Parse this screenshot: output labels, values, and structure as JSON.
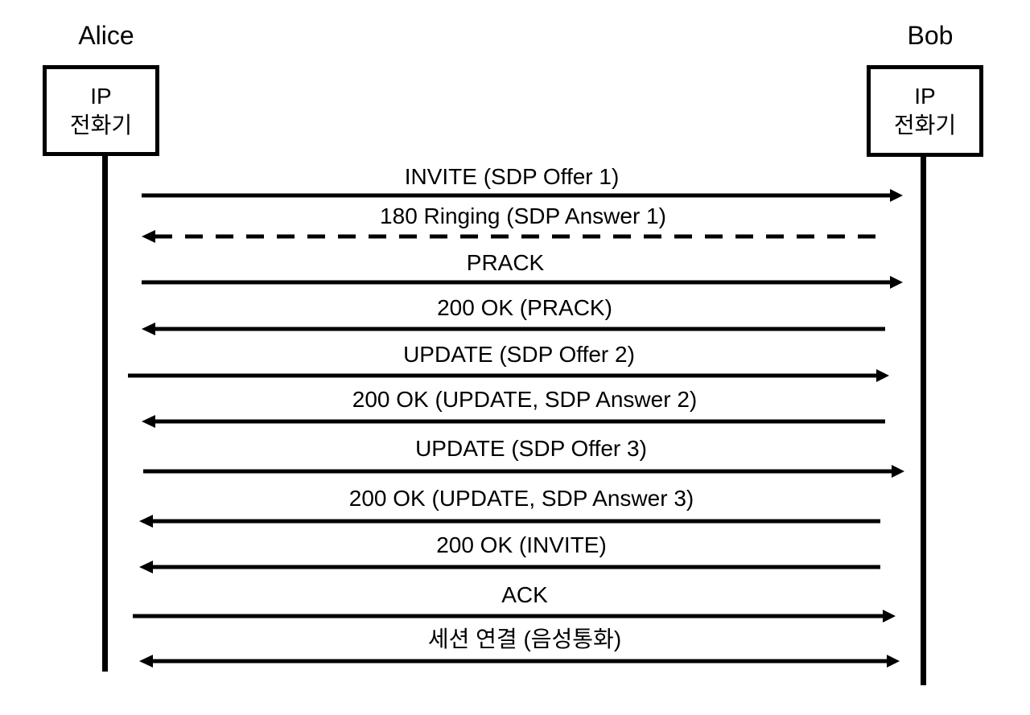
{
  "actors": {
    "alice": {
      "name": "Alice",
      "box_line1": "IP",
      "box_line2": "전화기"
    },
    "bob": {
      "name": "Bob",
      "box_line1": "IP",
      "box_line2": "전화기"
    }
  },
  "messages": [
    {
      "label": "INVITE (SDP Offer 1)",
      "direction": "right",
      "style": "solid"
    },
    {
      "label": "180 Ringing (SDP Answer 1)",
      "direction": "left",
      "style": "dashed"
    },
    {
      "label": "PRACK",
      "direction": "right",
      "style": "solid"
    },
    {
      "label": "200 OK (PRACK)",
      "direction": "left",
      "style": "solid"
    },
    {
      "label": "UPDATE (SDP Offer 2)",
      "direction": "right",
      "style": "solid"
    },
    {
      "label": "200 OK (UPDATE, SDP Answer 2)",
      "direction": "left",
      "style": "solid"
    },
    {
      "label": "UPDATE (SDP Offer 3)",
      "direction": "right",
      "style": "solid"
    },
    {
      "label": "200 OK (UPDATE, SDP Answer 3)",
      "direction": "left",
      "style": "solid"
    },
    {
      "label": "200 OK (INVITE)",
      "direction": "left",
      "style": "solid"
    },
    {
      "label": "ACK",
      "direction": "right",
      "style": "solid"
    },
    {
      "label": "세션 연결 (음성통화)",
      "direction": "both",
      "style": "solid"
    }
  ]
}
